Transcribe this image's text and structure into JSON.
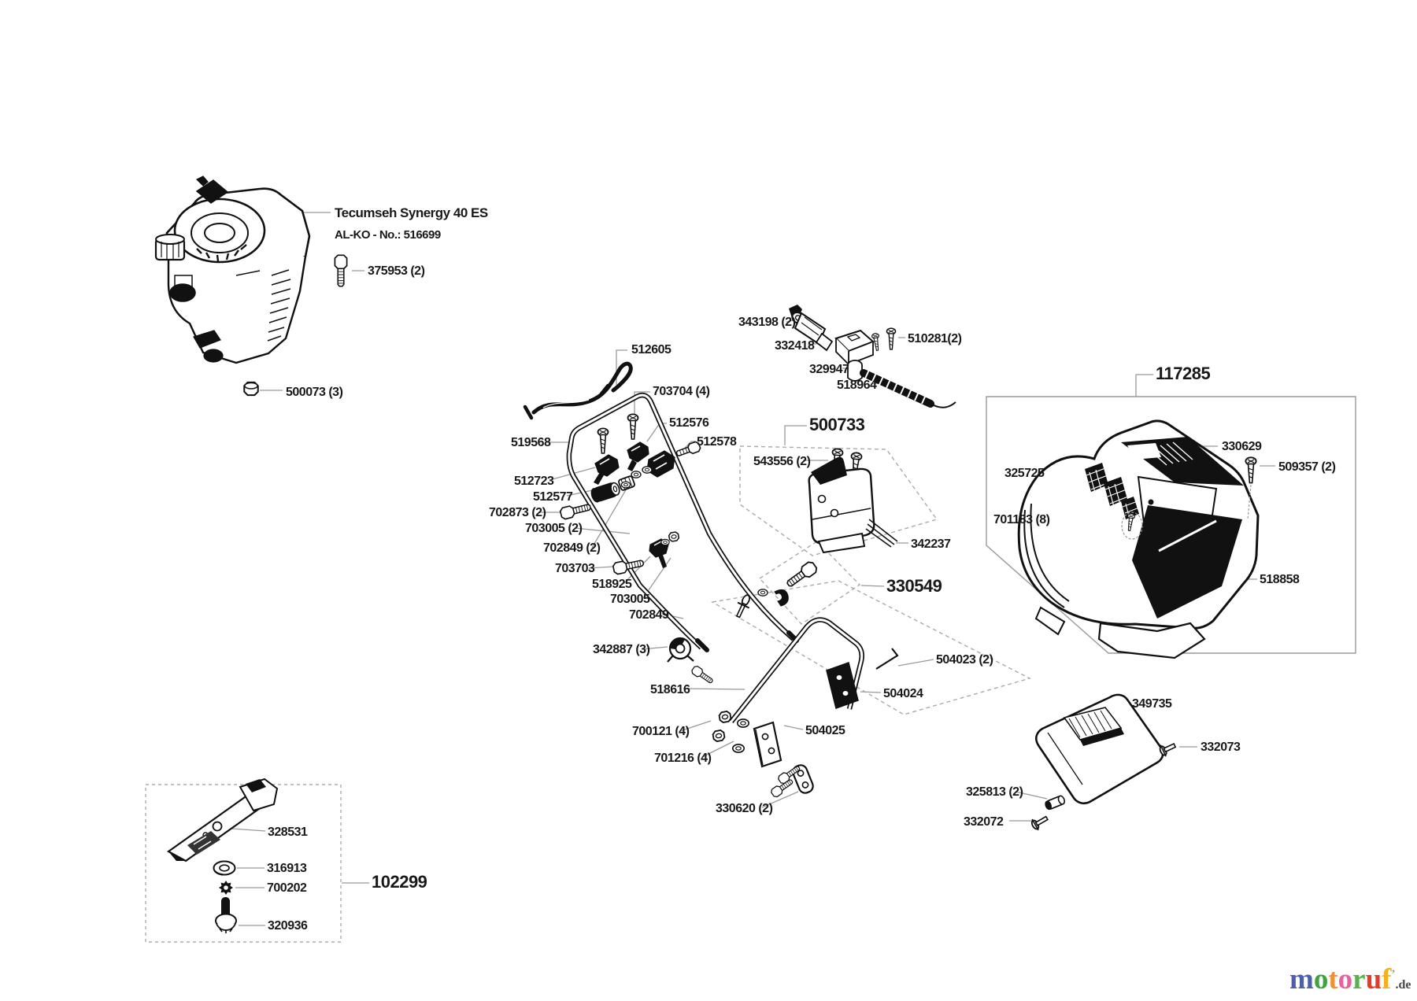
{
  "engine": {
    "title": "Tecumseh Synergy 40 ES",
    "subtitle": "AL-KO - No.: 516699"
  },
  "labels": [
    {
      "part": "375953",
      "text": "375953 (2)"
    },
    {
      "part": "500073",
      "text": "500073 (3)"
    },
    {
      "part": "512605",
      "text": "512605"
    },
    {
      "part": "703704",
      "text": "703704 (4)"
    },
    {
      "part": "512576",
      "text": "512576"
    },
    {
      "part": "519568",
      "text": "519568"
    },
    {
      "part": "512578",
      "text": "512578"
    },
    {
      "part": "512723",
      "text": "512723"
    },
    {
      "part": "512577",
      "text": "512577"
    },
    {
      "part": "702873",
      "text": "702873 (2)"
    },
    {
      "part": "703005",
      "text": "703005 (2)"
    },
    {
      "part": "702849",
      "text": "702849 (2)"
    },
    {
      "part": "703703",
      "text": "703703"
    },
    {
      "part": "518925",
      "text": "518925"
    },
    {
      "part": "703005b",
      "text": "703005"
    },
    {
      "part": "702849b",
      "text": "702849"
    },
    {
      "part": "342887",
      "text": "342887 (3)"
    },
    {
      "part": "518616",
      "text": "518616"
    },
    {
      "part": "700121",
      "text": "700121 (4)"
    },
    {
      "part": "701216",
      "text": "701216 (4)"
    },
    {
      "part": "330620",
      "text": "330620 (2)"
    },
    {
      "part": "504025",
      "text": "504025"
    },
    {
      "part": "504024",
      "text": "504024"
    },
    {
      "part": "504023",
      "text": "504023 (2)"
    },
    {
      "part": "330549",
      "text": "330549"
    },
    {
      "part": "342237",
      "text": "342237"
    },
    {
      "part": "500733",
      "text": "500733"
    },
    {
      "part": "543556",
      "text": "543556 (2)"
    },
    {
      "part": "343198",
      "text": "343198 (2)"
    },
    {
      "part": "332418",
      "text": "332418"
    },
    {
      "part": "510281",
      "text": "510281(2)"
    },
    {
      "part": "329947",
      "text": "329947"
    },
    {
      "part": "518964",
      "text": "518964"
    },
    {
      "part": "117285",
      "text": "117285"
    },
    {
      "part": "330629",
      "text": "330629"
    },
    {
      "part": "509357",
      "text": "509357 (2)"
    },
    {
      "part": "325725",
      "text": "325725"
    },
    {
      "part": "701183",
      "text": "701183 (8)"
    },
    {
      "part": "518858",
      "text": "518858"
    },
    {
      "part": "349735",
      "text": "349735"
    },
    {
      "part": "332073",
      "text": "332073"
    },
    {
      "part": "325813",
      "text": "325813 (2)"
    },
    {
      "part": "332072",
      "text": "332072"
    },
    {
      "part": "328531",
      "text": "328531"
    },
    {
      "part": "316913",
      "text": "316913"
    },
    {
      "part": "700202",
      "text": "700202"
    },
    {
      "part": "320936",
      "text": "320936"
    },
    {
      "part": "102299",
      "text": "102299"
    }
  ],
  "logo": {
    "letters": [
      {
        "ch": "m",
        "color": "#4a5fae"
      },
      {
        "ch": "o",
        "color": "#3da43d"
      },
      {
        "ch": "t",
        "color": "#f09136"
      },
      {
        "ch": "o",
        "color": "#ec5f9e"
      },
      {
        "ch": "r",
        "color": "#51b547"
      },
      {
        "ch": "u",
        "color": "#e23c2b"
      },
      {
        "ch": "f",
        "color": "#f2b21d"
      }
    ],
    "mark": "’",
    "suffix": ".de",
    "suffix_color": "#4a4a4a"
  },
  "colors": {
    "line": "#111111",
    "label": "#191919",
    "leader": "#999999",
    "dashed": "#aaaaaa"
  }
}
